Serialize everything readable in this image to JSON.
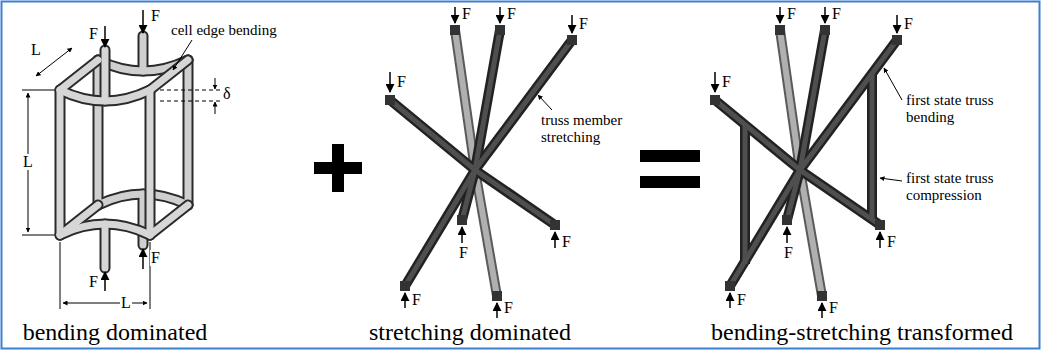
{
  "diagram": {
    "labels": [
      "F",
      "F",
      "cell edge bending",
      "L",
      "L",
      "δ",
      "F",
      "F",
      "L",
      "F",
      "F",
      "F",
      "F",
      "truss member stretching",
      "F",
      "F",
      "F",
      "F",
      "F",
      "F",
      "F",
      "F",
      "first state truss bending",
      "first state truss compression",
      "F",
      "F",
      "F",
      "F",
      "bending dominated",
      "stretching dominated",
      "bending-stretching transformed"
    ]
  }
}
